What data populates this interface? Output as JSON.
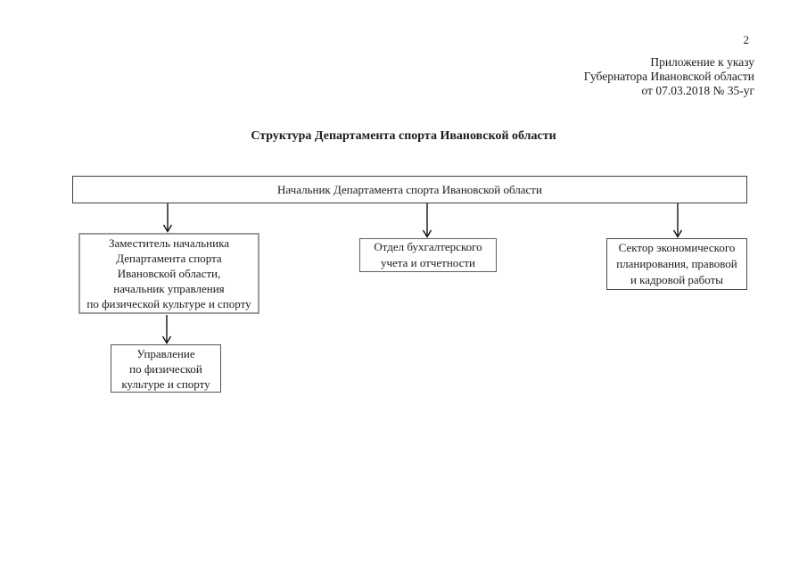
{
  "page": {
    "number": "2",
    "appendix": "Приложение к указу\nГубернатора Ивановской области\nот 07.03.2018 № 35-уг",
    "title": "Структура Департамента спорта Ивановской области"
  },
  "org_chart": {
    "head": "Начальник Департамента спорта Ивановской области",
    "deputy": "Заместитель начальника\nДепартамента спорта\nИвановской области,\nначальник управления\nпо физической культуре и спорту",
    "accounting": "Отдел бухгалтерского\nучета и отчетности",
    "economic": "Сектор экономического\nпланирования, правовой\nи кадровой работы",
    "fcs_department": "Управление\nпо физической\nкультуре и спорту"
  }
}
